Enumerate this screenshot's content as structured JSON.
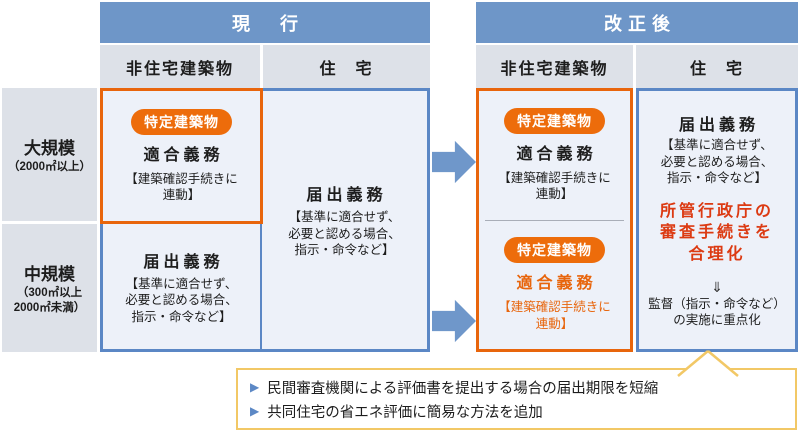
{
  "colors": {
    "header_blue": "#6E96C8",
    "border_blue": "#5B87C5",
    "cell_bg": "#EDF1F9",
    "gray_bg": "#DDE1E8",
    "orange": "#E8650C",
    "red": "#DC3A12",
    "callout_border": "#F2C866"
  },
  "current": {
    "title": "現　行",
    "col_nonres": "非住宅建築物",
    "col_res": "住　宅",
    "large_nonres": {
      "badge": "特定建築物",
      "duty": "適合義務",
      "note": "【建築確認手続きに\n連動】"
    },
    "mid_nonres": {
      "duty": "届出義務",
      "note": "【基準に適合せず、\n必要と認める場合、\n指示・命令など】"
    },
    "res": {
      "duty": "届出義務",
      "note": "【基準に適合せず、\n必要と認める場合、\n指示・命令など】"
    }
  },
  "revised": {
    "title": "改正後",
    "col_nonres": "非住宅建築物",
    "col_res": "住　宅",
    "large_nonres": {
      "badge": "特定建築物",
      "duty": "適合義務",
      "note": "【建築確認手続きに\n連動】"
    },
    "mid_nonres": {
      "badge": "特定建築物",
      "duty": "適合義務",
      "note": "【建築確認手続きに\n連動】"
    },
    "res": {
      "duty": "届出義務",
      "note": "【基準に適合せず、\n必要と認める場合、\n指示・命令など】",
      "highlight": "所管行政庁の\n審査手続きを\n合理化",
      "arrow": "⇓",
      "detail": "監督（指示・命令など）\nの実施に重点化"
    }
  },
  "row_labels": {
    "large": {
      "title": "大規模",
      "sub": "（2000㎡以上）"
    },
    "mid": {
      "title": "中規模",
      "sub": "（300㎡以上\n2000㎡未満）"
    }
  },
  "callout": {
    "bullet": "▶",
    "items": [
      "民間審査機関による評価書を提出する場合の届出期限を短縮",
      "共同住宅の省エネ評価に簡易な方法を追加"
    ]
  }
}
